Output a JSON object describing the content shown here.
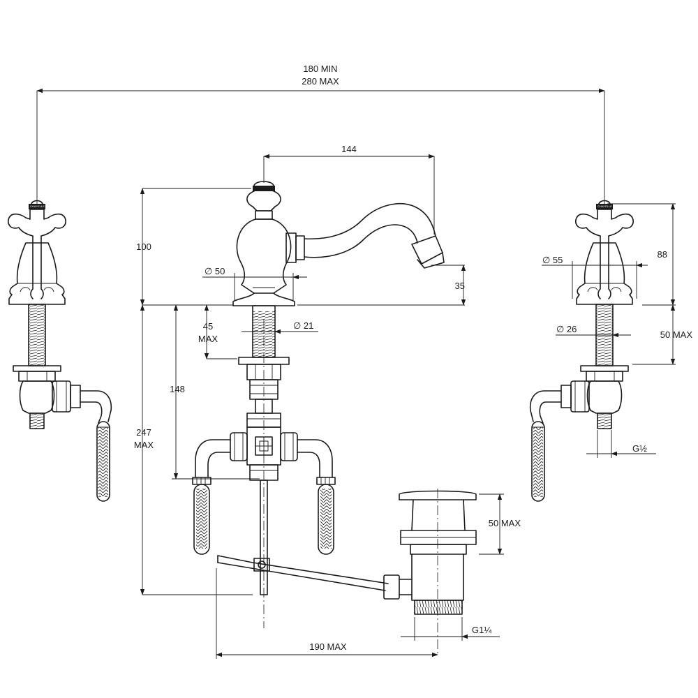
{
  "dimensions": {
    "centres_min": "180 MIN",
    "centres_max": "280 MAX",
    "spout_reach": "144",
    "spout_height": "100",
    "spout_base_dia": "∅ 50",
    "spout_outlet_height": "35",
    "spout_thread_dia": "∅ 21",
    "deck_thickness_line1": "45",
    "deck_thickness_line2": "MAX",
    "tail_length": "148",
    "overall_depth_line1": "247",
    "overall_depth_line2": "MAX",
    "valve_height": "88",
    "valve_base_dia": "∅ 55",
    "valve_thread_dia": "∅ 26",
    "valve_deck_max": "50 MAX",
    "valve_connection": "G½",
    "waste_deck_max": "50 MAX",
    "waste_thread": "G1¼",
    "pop_up_rod": "190 MAX"
  },
  "handle_brand_text": "CHAPELLE"
}
